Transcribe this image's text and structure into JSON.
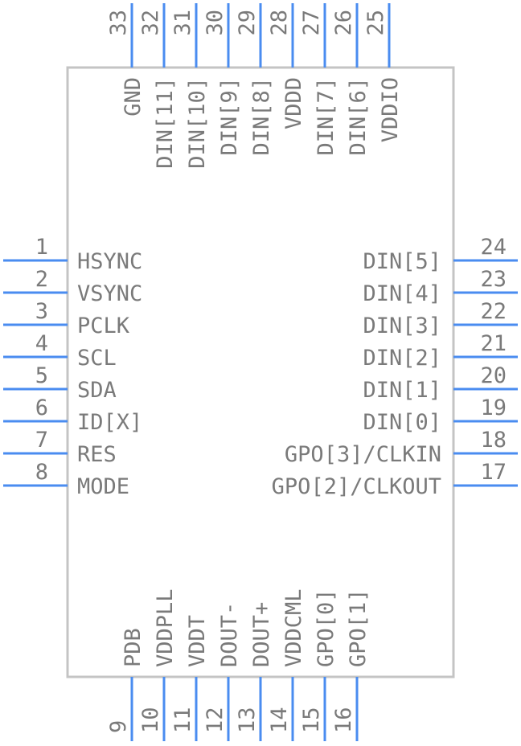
{
  "colors": {
    "pin": "#4a8cf0",
    "body": "#c4c4c4",
    "text": "#7a7a7a",
    "background": "#ffffff"
  },
  "left_pins": [
    {
      "num": "1",
      "label": "HSYNC"
    },
    {
      "num": "2",
      "label": "VSYNC"
    },
    {
      "num": "3",
      "label": "PCLK"
    },
    {
      "num": "4",
      "label": "SCL"
    },
    {
      "num": "5",
      "label": "SDA"
    },
    {
      "num": "6",
      "label": "ID[X]"
    },
    {
      "num": "7",
      "label": "RES"
    },
    {
      "num": "8",
      "label": "MODE"
    }
  ],
  "right_pins": [
    {
      "num": "24",
      "label": "DIN[5]"
    },
    {
      "num": "23",
      "label": "DIN[4]"
    },
    {
      "num": "22",
      "label": "DIN[3]"
    },
    {
      "num": "21",
      "label": "DIN[2]"
    },
    {
      "num": "20",
      "label": "DIN[1]"
    },
    {
      "num": "19",
      "label": "DIN[0]"
    },
    {
      "num": "18",
      "label": "GPO[3]/CLKIN"
    },
    {
      "num": "17",
      "label": "GPO[2]/CLKOUT"
    }
  ],
  "top_pins": [
    {
      "num": "33",
      "label": "GND"
    },
    {
      "num": "32",
      "label": "DIN[11]"
    },
    {
      "num": "31",
      "label": "DIN[10]"
    },
    {
      "num": "30",
      "label": "DIN[9]"
    },
    {
      "num": "29",
      "label": "DIN[8]"
    },
    {
      "num": "28",
      "label": "VDDD"
    },
    {
      "num": "27",
      "label": "DIN[7]"
    },
    {
      "num": "26",
      "label": "DIN[6]"
    },
    {
      "num": "25",
      "label": "VDDIO"
    }
  ],
  "bottom_pins": [
    {
      "num": "9",
      "label": "PDB"
    },
    {
      "num": "10",
      "label": "VDDPLL"
    },
    {
      "num": "11",
      "label": "VDDT"
    },
    {
      "num": "12",
      "label": "DOUT-"
    },
    {
      "num": "13",
      "label": "DOUT+"
    },
    {
      "num": "14",
      "label": "VDDCML"
    },
    {
      "num": "15",
      "label": "GPO[0]"
    },
    {
      "num": "16",
      "label": "GPO[1]"
    }
  ]
}
